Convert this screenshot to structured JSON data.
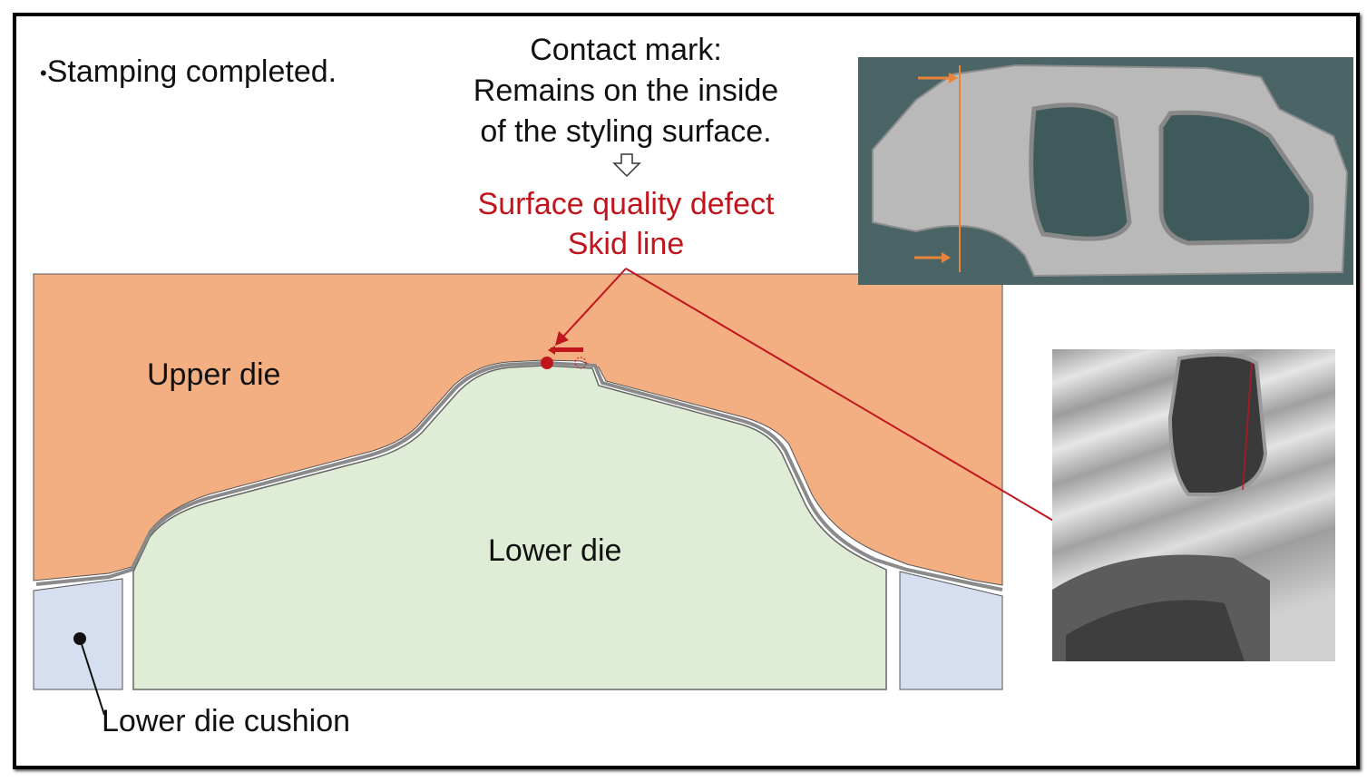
{
  "bullet_text": "Stamping completed.",
  "callout": {
    "line1": "Contact mark:",
    "line2": "Remains on the inside",
    "line3": "of the styling surface.",
    "defect_line1": "Surface quality defect",
    "defect_line2": "Skid line"
  },
  "labels": {
    "upper_die": "Upper die",
    "lower_die": "Lower die",
    "cushion": "Lower die cushion"
  },
  "colors": {
    "upper_die": "#f3ae82",
    "lower_die": "#e0edd6",
    "cushion": "#d5dff0",
    "accent_red": "#c0151c",
    "photo_bg": "#4b6566"
  }
}
